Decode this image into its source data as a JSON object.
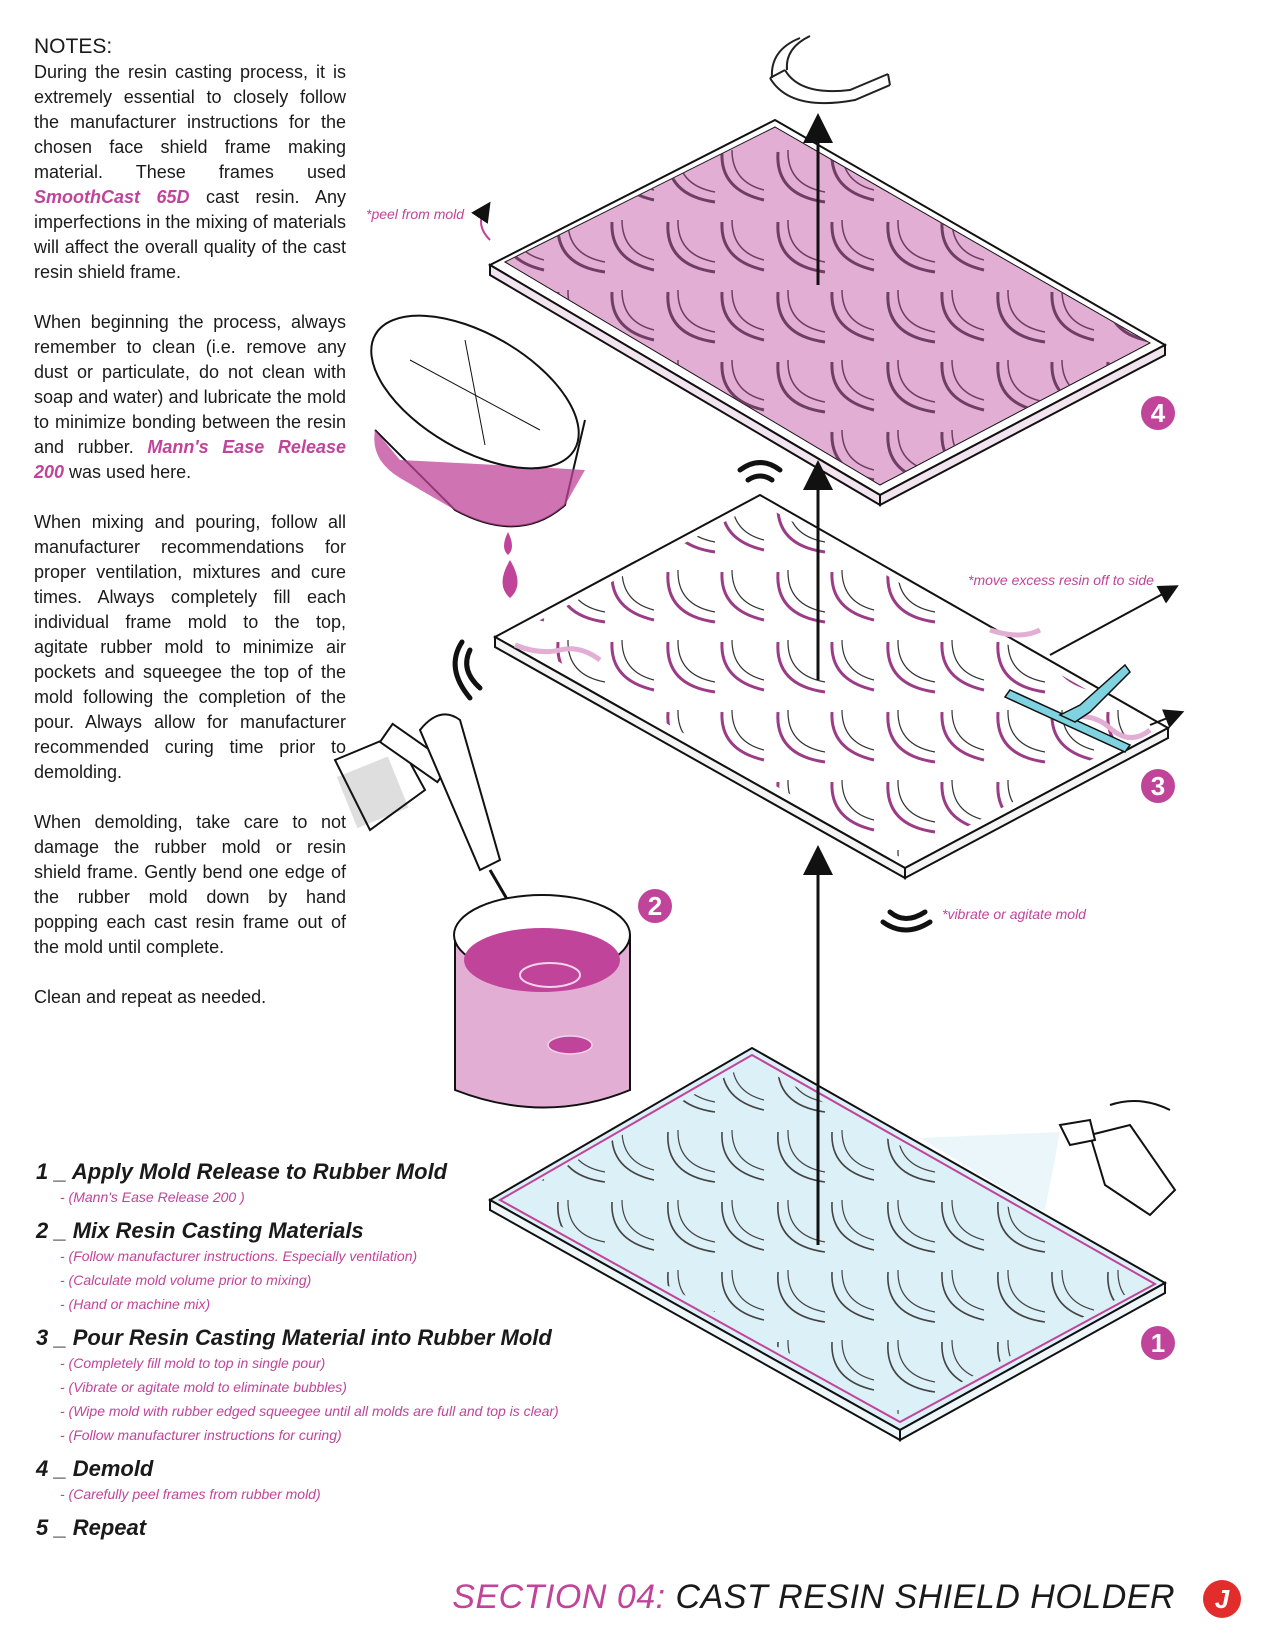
{
  "notes": {
    "heading": "NOTES:",
    "p1_a": "During the resin casting process, it is extremely essential to closely follow the manufacturer instructions for the chosen face shield frame making material. These frames used ",
    "p1_hl": "SmoothCast 65D",
    "p1_b": " cast resin. Any imperfections in the mixing of materials will affect the overall quality of the cast resin shield frame.",
    "p2_a": "When beginning the process, always remember to clean (i.e. remove any dust or particulate, do not clean with soap and water) and lubricate the mold to minimize bonding between the resin and rubber. ",
    "p2_hl": "Mann's Ease Release 200",
    "p2_b": " was used here.",
    "p3": "When mixing and pouring, follow all manufacturer recommendations for proper ventilation, mixtures and cure times. Always completely fill each individual frame mold to the top, agitate rubber mold to minimize air pockets and squeegee the top of the mold following the completion of the pour. Always allow for manufacturer recommended curing time prior to demolding.",
    "p4": "When demolding, take care to not damage the rubber mold or resin shield frame. Gently bend one edge of the rubber mold down by hand popping each cast resin frame out of the mold until complete.",
    "p5": "Clean and repeat as needed."
  },
  "steps": [
    {
      "title": "1 _ Apply Mold Release to Rubber Mold",
      "subs": [
        "- (Mann's Ease Release 200 )"
      ]
    },
    {
      "title": "2 _ Mix Resin Casting Materials",
      "subs": [
        "- (Follow manufacturer instructions. Especially ventilation)",
        "- (Calculate mold volume prior to mixing)",
        "- (Hand or machine mix)"
      ]
    },
    {
      "title": "3 _ Pour Resin Casting Material into Rubber Mold",
      "subs": [
        "- (Completely fill mold to top in single pour)",
        "- (Vibrate or agitate mold to eliminate bubbles)",
        "- (Wipe mold with rubber edged squeegee until all molds are full and top is clear)",
        "- (Follow manufacturer instructions for curing)"
      ]
    },
    {
      "title": "4 _ Demold",
      "subs": [
        "- (Carefully peel frames from rubber mold)"
      ]
    },
    {
      "title": "5 _ Repeat",
      "subs": []
    }
  ],
  "annotations": {
    "peel": "*peel from mold",
    "move": "*move excess resin off to side",
    "vibrate": "*vibrate or agitate mold"
  },
  "badges": {
    "one": "1",
    "two": "2",
    "three": "3",
    "four": "4"
  },
  "footer": {
    "section": "SECTION 04:",
    "title": " CAST RESIN SHIELD HOLDER",
    "logo": "J"
  },
  "colors": {
    "magenta": "#c0449a",
    "pink_fill": "#e2aed4",
    "blue_fill": "#dcf0f7",
    "squeegee": "#7fd3e0",
    "logo_red": "#e32c2c"
  }
}
